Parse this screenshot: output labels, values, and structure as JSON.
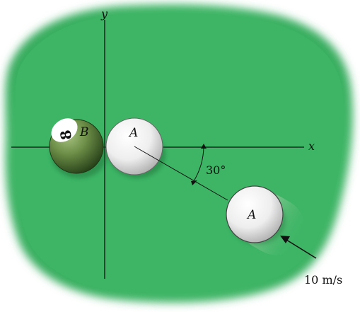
{
  "axes": {
    "x_label": "x",
    "y_label": "y"
  },
  "ball_b": {
    "label": "B",
    "number": "8"
  },
  "ball_a_contact": {
    "label": "A"
  },
  "ball_a_incoming": {
    "label": "A"
  },
  "angle": {
    "label": "30°",
    "degrees": 30
  },
  "velocity": {
    "label": "10 m/s"
  },
  "colors": {
    "felt": "#3db565",
    "felt_dark": "#2f9e52",
    "ball_b_dark": "#2f5a22",
    "ball_b_light": "#8fb06a",
    "ball_white": "#f4f4f4",
    "ball_shade": "#b8b8b8"
  }
}
